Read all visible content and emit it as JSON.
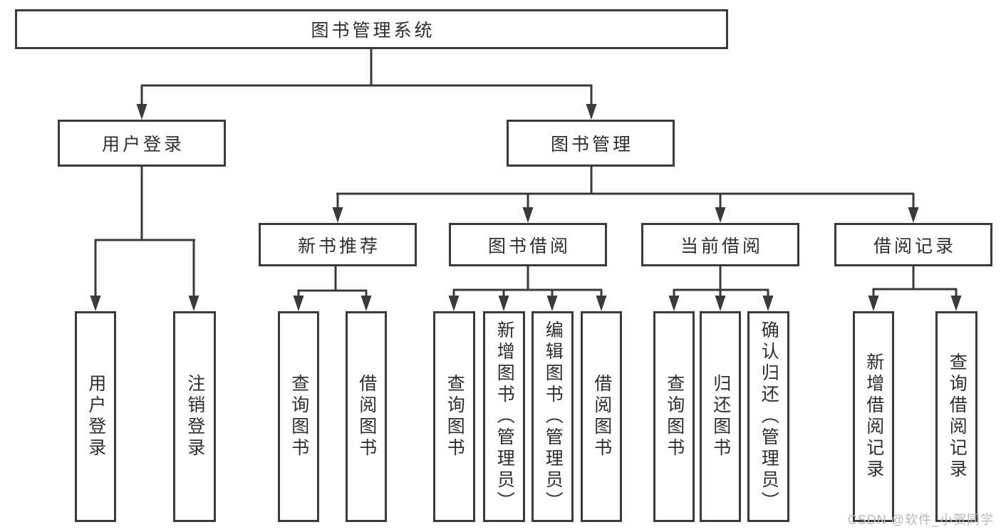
{
  "diagram": {
    "root": {
      "label": "图书管理系统"
    },
    "branches": [
      {
        "label": "用户登录",
        "children": [
          {
            "label": "用户登录"
          },
          {
            "label": "注销登录"
          }
        ]
      },
      {
        "label": "图书管理",
        "children": [
          {
            "label": "新书推荐",
            "children": [
              {
                "label": "查询图书"
              },
              {
                "label": "借阅图书"
              }
            ]
          },
          {
            "label": "图书借阅",
            "children": [
              {
                "label": "查询图书"
              },
              {
                "label": "新增图书（管理员）"
              },
              {
                "label": "编辑图书（管理员）"
              },
              {
                "label": "借阅图书"
              }
            ]
          },
          {
            "label": "当前借阅",
            "children": [
              {
                "label": "查询图书"
              },
              {
                "label": "归还图书"
              },
              {
                "label": "确认归还（管理员）"
              }
            ]
          },
          {
            "label": "借阅记录",
            "children": [
              {
                "label": "新增借阅记录"
              },
              {
                "label": "查询借阅记录"
              }
            ]
          }
        ]
      }
    ]
  },
  "watermark": {
    "text": "CSDN @软件_小贺同学"
  },
  "colors": {
    "line": "#3a3a3a",
    "text": "#2e2e2e",
    "watermark": "#b9b9b9",
    "background": "#ffffff"
  }
}
